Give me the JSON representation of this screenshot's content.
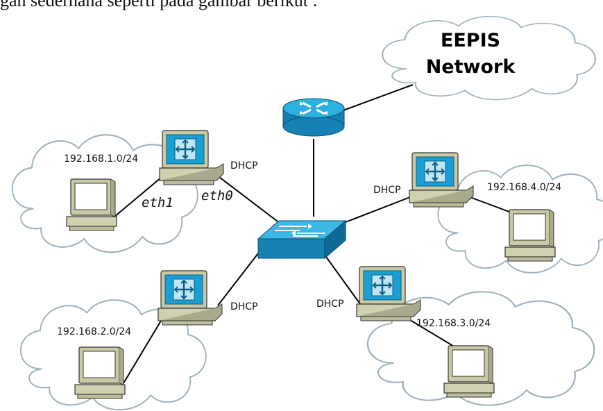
{
  "caption": "gan sederhana seperti pada gambar berikut :",
  "network_cloud": {
    "line1": "EEPIS",
    "line2": "Network"
  },
  "subnets": [
    "192.168.1.0/24",
    "192.168.2.0/24",
    "192.168.3.0/24",
    "192.168.4.0/24"
  ],
  "dhcp_label": "DHCP",
  "interfaces": {
    "eth0": "eth0",
    "eth1": "eth1"
  },
  "colors": {
    "device_blue": "#1a9fd4",
    "cloud_stroke": "#9fb2bf",
    "monitor_gray": "#cfd0b0",
    "line": "#000000"
  }
}
